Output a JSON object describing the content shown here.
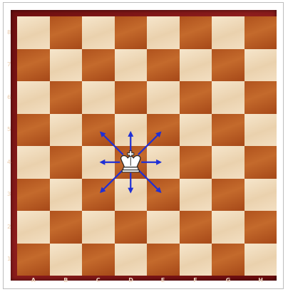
{
  "board": {
    "files": [
      "A",
      "B",
      "C",
      "D",
      "E",
      "F",
      "G",
      "H"
    ],
    "ranks": [
      "8",
      "7",
      "6",
      "5",
      "4",
      "3",
      "2",
      "1"
    ],
    "light_square_color": "#f3e1c4",
    "dark_square_color": "#b9581f",
    "border_color": "#7d1616"
  },
  "piece": {
    "type": "king",
    "color": "white",
    "square": "d4",
    "icon": "white-king-icon"
  },
  "moves": {
    "arrow_color": "#1f2fd6",
    "targets": [
      "c5",
      "d5",
      "e5",
      "c4",
      "e4",
      "c3",
      "d3",
      "e3"
    ]
  }
}
